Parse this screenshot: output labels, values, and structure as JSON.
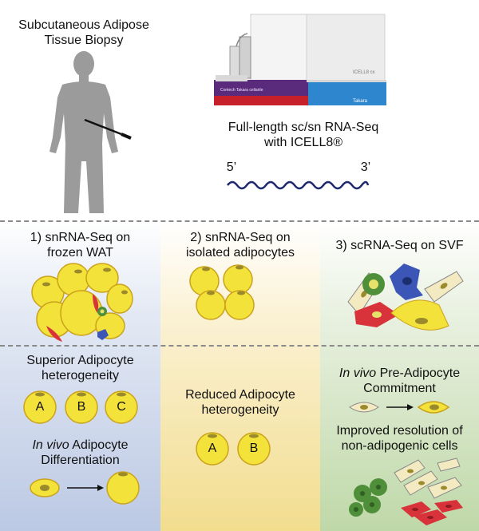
{
  "top": {
    "biopsy_label_1": "Subcutaneous Adipose",
    "biopsy_label_2": "Tissue Biopsy",
    "instrument_brand": "Takara",
    "instrument_name": "ICELL8 cx",
    "instrument_panel_text": "Contech Takara cellarite",
    "method_line_1": "Full-length  sc/sn RNA-Seq",
    "method_line_2": "with ICELL8®",
    "five_prime": "5’",
    "three_prime": "3’"
  },
  "columns": [
    {
      "title_1": "1) snRNA-Seq on",
      "title_2": "frozen WAT",
      "finding_1": "Superior Adipocyte",
      "finding_1b": "heterogeneity",
      "cell_labels": [
        "A",
        "B",
        "C"
      ],
      "finding_2_italic": "In vivo",
      "finding_2_rest": " Adipocyte",
      "finding_2b": "Differentiation"
    },
    {
      "title_1": "2) snRNA-Seq on",
      "title_2": "isolated adipocytes",
      "finding_1": "Reduced Adipocyte",
      "finding_1b": "heterogeneity",
      "cell_labels": [
        "A",
        "B"
      ]
    },
    {
      "title_1": "3) scRNA-Seq on SVF",
      "finding_1_italic": "In vivo",
      "finding_1_rest": " Pre-Adipocyte",
      "finding_1b": "Commitment",
      "finding_2": "Improved resolution of",
      "finding_2b": "non-adipogenic cells"
    }
  ],
  "colors": {
    "adipocyte_fill": "#f3e23a",
    "adipocyte_outline": "#caa21b",
    "nucleus": "#9a8a2c",
    "preadipocyte": "#f3eac2",
    "red_cell": "#d8333a",
    "green_cell": "#4f8f3a",
    "blue_cell": "#3b56b6",
    "instrument_red": "#c7202a",
    "instrument_blue": "#2e86cf",
    "instrument_purple": "#5a2a7c",
    "silhouette": "#9b9b9b",
    "rna_wave": "#1f2a6e"
  },
  "icons": [
    "human-silhouette",
    "biopsy-needle",
    "icell8-instrument",
    "rna-wave",
    "adipocyte",
    "preadipocyte",
    "svf-cells"
  ]
}
